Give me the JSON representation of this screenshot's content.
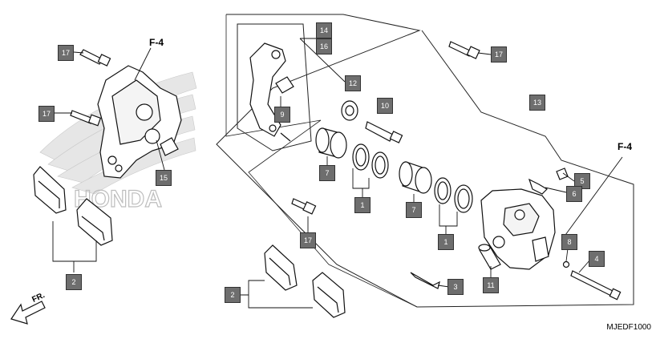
{
  "diagram": {
    "code": "MJEDF1000",
    "front_label": "FR.",
    "watermark": "HONDA",
    "ref_labels": [
      "F-4",
      "F-4"
    ],
    "callouts": [
      "17",
      "17",
      "15",
      "2",
      "14",
      "16",
      "9",
      "12",
      "10",
      "13",
      "17",
      "7",
      "1",
      "7",
      "1",
      "5",
      "6",
      "8",
      "4",
      "17",
      "2",
      "11",
      "3"
    ]
  }
}
